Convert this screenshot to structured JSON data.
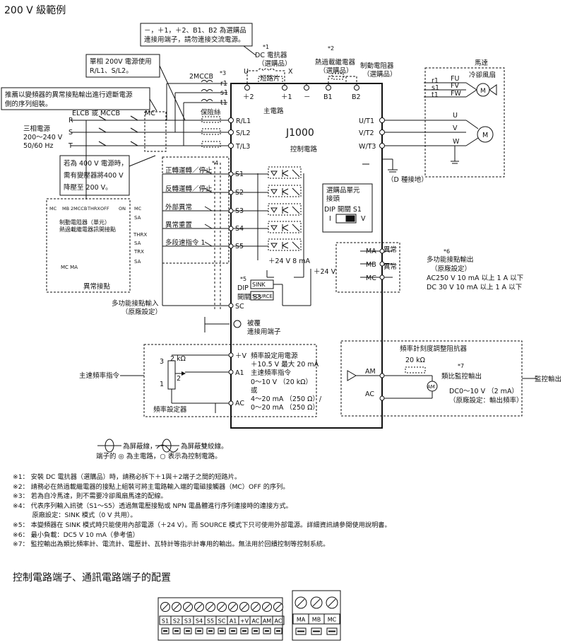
{
  "page_title": "200 V 級範例",
  "callouts": {
    "dc_jumper_note": [
      "－，＋1，＋2、B1、B2 為選購品",
      "連接用端子，請勿連接交流電源。"
    ],
    "single_phase": [
      "單相 200V 電源使用",
      "R/L1、S/L2。"
    ],
    "fault_note": [
      "推薦以變頻器的異常接點輸出進行遮斷電源",
      "側的序列組裝。"
    ],
    "transformer_note": [
      "若為 400 V 電源時，",
      "需有變壓器將400 V",
      "降壓至 200 V。"
    ]
  },
  "power": {
    "elcb": "ELCB 或 MCCB",
    "mc": "MC",
    "supply": [
      "三相電源",
      "200～240 V",
      "50/60 Hz"
    ],
    "phases": [
      "R",
      "S",
      "T"
    ],
    "mccb2": "2MCCB",
    "fuse": "保險絲",
    "r1": "r1",
    "s1": "s1",
    "t1": "t1"
  },
  "dc_reactor": {
    "mark": "*1",
    "title": "DC 電抗器",
    "sub": "（選購品）",
    "u": "U",
    "x": "X",
    "jumper": "短路片"
  },
  "thermal_relay": {
    "mark": "*2",
    "title": "熱過載繼電器",
    "sub": "（選購品）"
  },
  "brake_resistor": {
    "title": "制動電阻器",
    "sub": "（選購品）"
  },
  "motor": {
    "title": "馬達",
    "fan": "冷卻風扇",
    "m": "M",
    "fu": "FU",
    "fv": "FV",
    "fw": "FW",
    "u": "U",
    "v": "V",
    "w": "W"
  },
  "inverter": {
    "model": "J1000",
    "main_circuit": "主電路",
    "control_circuit": "控制電路",
    "top_terminals": [
      "＋2",
      "＋1",
      "－",
      "B1",
      "B2"
    ],
    "inputs": [
      "R/L1",
      "S/L2",
      "T/L3"
    ],
    "outputs": [
      "U/T1",
      "V/T2",
      "W/T3"
    ],
    "ground": "（D 種接地）"
  },
  "digital_inputs": {
    "mark": "*4",
    "items": [
      {
        "label": "正轉運轉／停止",
        "terminal": "S1"
      },
      {
        "label": "反轉運轉／停止",
        "terminal": "S2"
      },
      {
        "label": "外部異常",
        "terminal": "S3"
      },
      {
        "label": "異常重置",
        "terminal": "S4"
      },
      {
        "label": "多段速指令 1",
        "terminal": "S5"
      }
    ],
    "supply": "＋24 V 8 mA",
    "ext24": "＋24 V",
    "sink": "SINK",
    "source": "SOURCE",
    "dip_mark": "*5",
    "dip": "DIP",
    "dip_switch": "開關 S3",
    "sc": "SC",
    "caption": [
      "多功能接點輸入",
      "（原廠設定）"
    ]
  },
  "option_unit": {
    "line1": "選購品單元",
    "line2": "接頭",
    "dip": "DIP 開關 S1",
    "i": "I",
    "v": "V"
  },
  "relay_output": {
    "mark": "*6",
    "ma": "MA",
    "mb": "MB",
    "mc": "MC",
    "fault1": "異常",
    "fault2": "異常",
    "title": "多功能接點輸出",
    "sub": "（原廠設定）",
    "spec1": "AC250 V  10 mA 以上 1 A 以下",
    "spec2": "DC  30 V  10 mA 以上 1 A 以下"
  },
  "braking_sequence": {
    "caption": "異常接點",
    "labels": [
      "MC",
      "MB",
      "2MCCB",
      "THRX",
      "OFF",
      "ON",
      "MC"
    ],
    "note1": "制動電阻器（單元）",
    "note2": "熱過載繼電器訊開接點",
    "sa": "SA",
    "thrx": "THRX",
    "trx": "TRX",
    "mc_ma": "MC  MA"
  },
  "shield": {
    "label": "被覆",
    "sub": "連接用端子"
  },
  "analog_input": {
    "caption": "主速頻率指令",
    "pot": "頻率設定器",
    "pot_value": "2 kΩ",
    "pins": [
      "3",
      "2",
      "1"
    ],
    "plusv": "＋V",
    "a1": "A1",
    "ac": "AC",
    "desc": [
      "頻率設定用電源",
      "＋10.5 V 最大 20 mA",
      "主速頻率指令",
      "0～10 V （20 kΩ）",
      "或",
      "4～20 mA （250 Ω）/",
      "0～20 mA （250 Ω）"
    ]
  },
  "monitor_output": {
    "resistor": "頻率計刻度調整阻抗器",
    "res_value": "20 kΩ",
    "mark": "*7",
    "am": "AM",
    "ac": "AC",
    "meter": "AM",
    "title": "類比監控輸出",
    "spec": "DC0～10 V （2 mA）",
    "default": "（原廠設定：輸出頻率）",
    "caption": "監控輸出"
  },
  "legend": {
    "shield": "為屏蔽線，",
    "twisted": "為屏蔽雙絞線。",
    "terminals": "端子的 ◎ 為主電路，○ 表示為控制電路。"
  },
  "notes": [
    "※1： 安裝 DC 電抗器（選購品）時，請務必拆下＋1與＋2端子之間的短路片。",
    "※2： 請務必在熱過載繼電器的接點上組裝可將主電路輸入端的電磁接觸器（MC）OFF 的序列。",
    "※3： 若為自冷馬達，則不需要冷卻風扇馬達的配線。",
    "※4： 代表序列輸入訊號（S1～S5）透過無電壓接點或 NPN 電晶體進行序列連接時的連接方式。",
    "　　　原廠設定：SINK 模式（0 V 共用）。",
    "※5： 本變頻器在 SINK 模式時只能使用內部電源（＋24 V）。而 SOURCE 模式下只可使用外部電源。詳細資訊請參閱使用說明書。",
    "※6： 最小負載：DC5 V  10 mA（參考值）",
    "※7： 監控輸出為類比頻率計、電流計、電壓計、瓦特計等指示計專用的輸出。無法用於回饋控制等控制系統。"
  ],
  "section_title": "控制電路端子、通訊電路端子的配置",
  "terminal_block": {
    "control": [
      "S1",
      "S2",
      "S3",
      "S4",
      "S5",
      "SC",
      "A1",
      "+V",
      "AC",
      "AM",
      "AC"
    ],
    "relay": [
      "MA",
      "MB",
      "MC"
    ]
  }
}
